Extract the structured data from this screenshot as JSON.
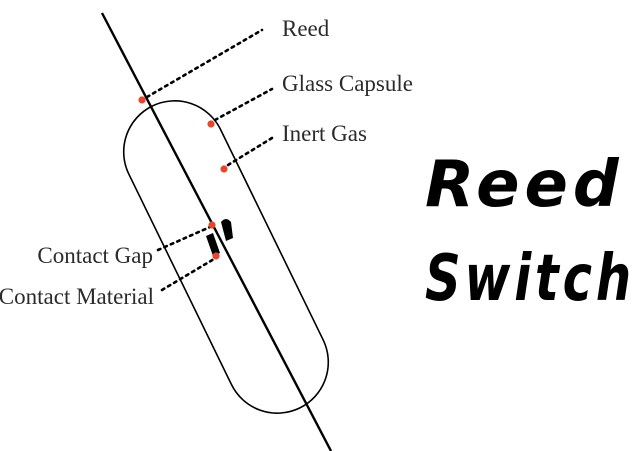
{
  "title": {
    "line1": "Reed",
    "line2": "Switch"
  },
  "labels": {
    "reed": "Reed",
    "glass_capsule": "Glass Capsule",
    "inert_gas": "Inert Gas",
    "contact_gap": "Contact Gap",
    "contact_material": "Contact Material"
  },
  "colors": {
    "marker": "#e8452c",
    "line": "#000000",
    "text": "#2b2b2b"
  }
}
